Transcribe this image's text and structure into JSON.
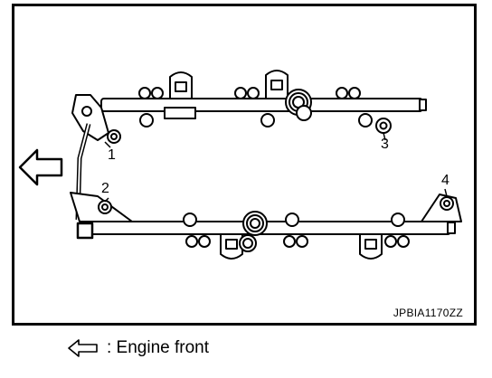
{
  "diagram": {
    "callouts": [
      {
        "id": "1",
        "label": "1"
      },
      {
        "id": "2",
        "label": "2"
      },
      {
        "id": "3",
        "label": "3"
      },
      {
        "id": "4",
        "label": "4"
      }
    ],
    "figure_code": "JPBIA1170ZZ",
    "direction_icon": "left-arrow-icon"
  },
  "legend": {
    "icon": "left-arrow-icon",
    "text": ": Engine front"
  }
}
